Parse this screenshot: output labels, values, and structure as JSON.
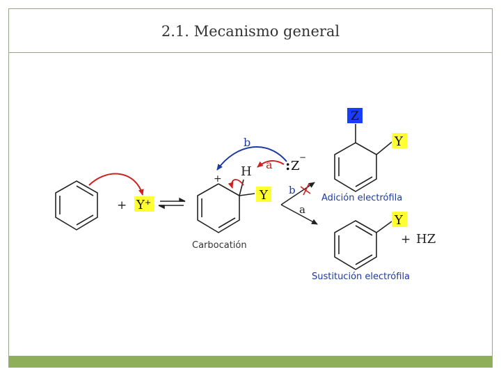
{
  "slide": {
    "title": "2.1. Mecanismo general"
  },
  "scheme": {
    "plus1": "+",
    "electrophile": "Y⁺",
    "carbocation_plus": "+",
    "carbocation_h": "H",
    "carbocation_y": "Y",
    "carbocation_caption": "Carbocatión",
    "nucleophile_dots": ":",
    "nucleophile": "Z",
    "nucleophile_charge": "−",
    "arrow_b_top": "b",
    "arrow_a_top": "a",
    "path_b": "b",
    "path_a": "a",
    "addition_z": "Z",
    "addition_y": "Y",
    "addition_caption": "Adición electrófila",
    "substitution_y": "Y",
    "plus2": "+",
    "byproduct": "HZ",
    "substitution_caption": "Sustitución electrófila",
    "colors": {
      "highlight_yellow": "#ffff33",
      "highlight_blue": "#1a3cff",
      "arrow_red": "#cc2222",
      "arrow_blue": "#1c3aa0",
      "label_blue": "#1c3aa0",
      "label_red": "#cc2222",
      "bond": "#222222"
    }
  }
}
